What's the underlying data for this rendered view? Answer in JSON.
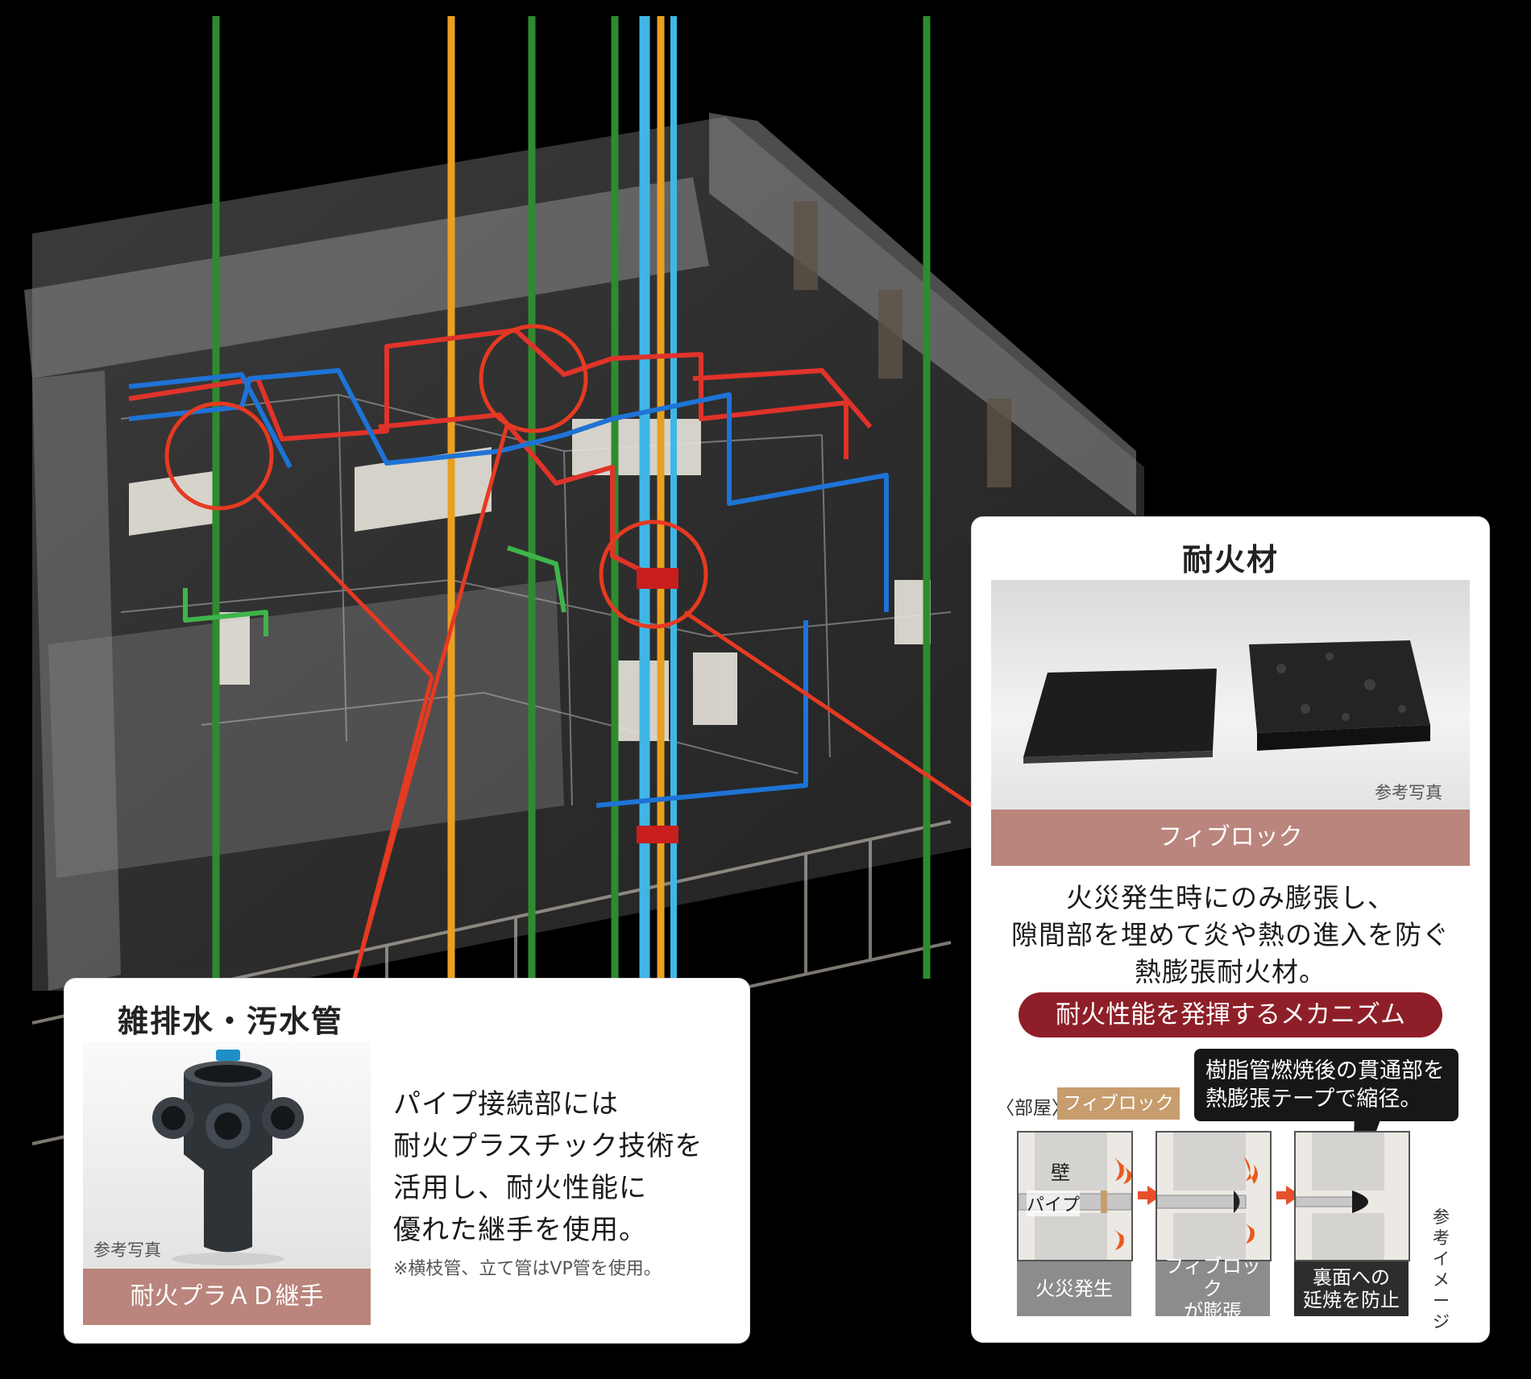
{
  "colors": {
    "accent_red": "#e63a22",
    "band_brown": "#b9857c",
    "pill_dark_red": "#8e1f28",
    "supply_red": "#e0332a",
    "supply_blue": "#1e73d6",
    "riser_green": "#2e8b2e",
    "riser_orange": "#e9a020",
    "riser_cyan": "#3fb7e6"
  },
  "left_panel": {
    "title": "雑排水・汚水管",
    "product_name": "耐火プラＡＤ継手",
    "photo_note": "参考写真",
    "description_lines": [
      "パイプ接続部には",
      "耐火プラスチック技術を",
      "活用し、耐火性能に",
      "優れた継手を使用。"
    ],
    "footnote": "※横枝管、立て管はVP管を使用。"
  },
  "right_panel": {
    "title": "耐火材",
    "photo_note": "参考写真",
    "product_name": "フィブロック",
    "description_lines": [
      "火災発生時にのみ膨張し、",
      "隙間部を埋めて炎や熱の進入を防ぐ",
      "熱膨張耐火材。"
    ],
    "mechanism_title": "耐火性能を発揮するメカニズム",
    "callout_lines": [
      "樹脂管燃焼後の貫通部を",
      "熱膨張テープで縮径。"
    ],
    "room_label": "〈部屋〉",
    "material_tag": "フィブロック",
    "wall_label": "壁",
    "pipe_label": "パイプ",
    "image_note": "参考イメージ",
    "stages": [
      {
        "line1": "火災発生",
        "line2": ""
      },
      {
        "line1": "フィブロック",
        "line2": "が膨張"
      },
      {
        "line1": "裏面への",
        "line2": "延焼を防止"
      }
    ]
  }
}
